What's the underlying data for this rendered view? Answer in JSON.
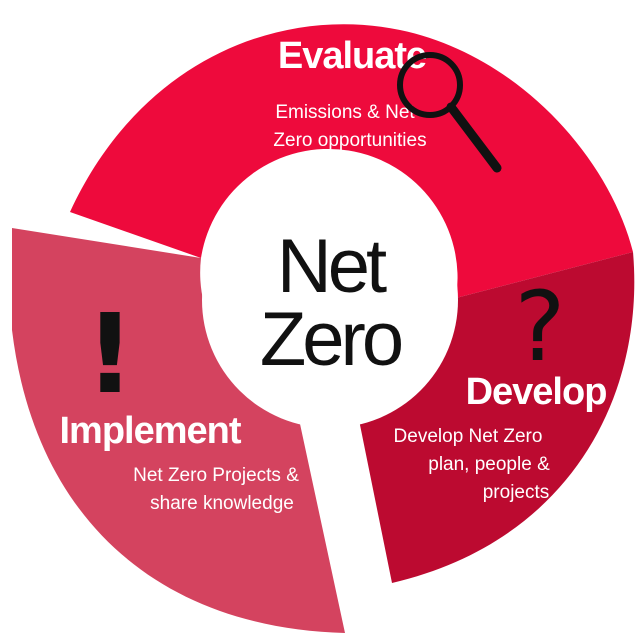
{
  "center": {
    "line1": "Net",
    "line2": "Zero"
  },
  "segments": [
    {
      "id": "evaluate",
      "title": "Evaluate",
      "description_lines": [
        "Emissions & Net",
        "Zero opportunities"
      ],
      "color": "#ee0a3c",
      "icon": "magnifier-icon"
    },
    {
      "id": "develop",
      "title": "Develop",
      "description_lines": [
        "Develop Net Zero",
        "plan, people &",
        "projects"
      ],
      "color": "#bc0a30",
      "icon": "question-mark-icon",
      "icon_glyph": "?"
    },
    {
      "id": "implement",
      "title": "Implement",
      "description_lines": [
        "Net Zero Projects &",
        "share knowledge"
      ],
      "color": "#d4435f",
      "icon": "exclamation-mark-icon",
      "icon_glyph": "!"
    }
  ],
  "colors": {
    "center_fill": "#ffffff",
    "center_text": "#111111",
    "text_on_segment": "#ffffff"
  }
}
